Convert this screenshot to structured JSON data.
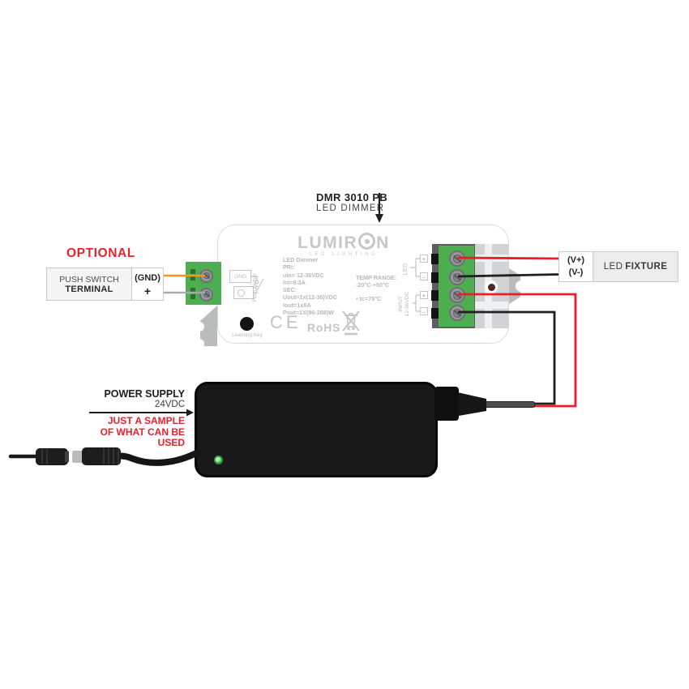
{
  "header": {
    "model": "DMR 3010 PB",
    "device": "LED DIMMER"
  },
  "optional": {
    "label": "OPTIONAL"
  },
  "push_switch_box": {
    "title_line1": "PUSH SWITCH",
    "title_line2": "TERMINAL",
    "gnd": "(GND)",
    "plus": "+"
  },
  "dimmer": {
    "brand_pre": "LUMIR",
    "brand_post": "N",
    "brand_tagline": "LED LIGHTING",
    "spec_lines": [
      "LED Dimmer",
      "PRI:",
      "uin= 12-36VDC",
      "Iin=8.3A",
      "SEC:",
      "Uout=1x(12-36)VDC",
      "Iout=1x8A",
      "Pout=1X(96-288)W"
    ],
    "temp_lines": [
      "TEMP RANGE:",
      "-20°C-+50°C"
    ],
    "tc_line": "• tc=75°C",
    "learning_key": "Learning Key",
    "ce_mark": "CE",
    "rohs": "RoHS",
    "schematic": {
      "gnd": "GND",
      "push_switch": "Push Switch"
    },
    "io_labels": {
      "led": "LED",
      "input_line1": "INPUT",
      "input_line2": "12-36VDC",
      "plus": "+",
      "minus": "–"
    }
  },
  "led_fixture": {
    "v_plus": "(V+)",
    "v_minus": "(V-)",
    "name_regular": "LED",
    "name_bold": "FIXTURE"
  },
  "power_supply": {
    "title": "POWER SUPPLY",
    "voltage": "24VDC",
    "note_line1": "JUST A SAMPLE",
    "note_line2": "OF WHAT CAN BE USED"
  },
  "colors": {
    "accent_red": "#e8212d",
    "wire_red": "#ee1c25",
    "wire_black": "#231f20",
    "wire_orange": "#f7941d",
    "wire_gray": "#a7a9ac",
    "terminal_green": "#4cae4f",
    "power_led_green": "#35b44a"
  }
}
